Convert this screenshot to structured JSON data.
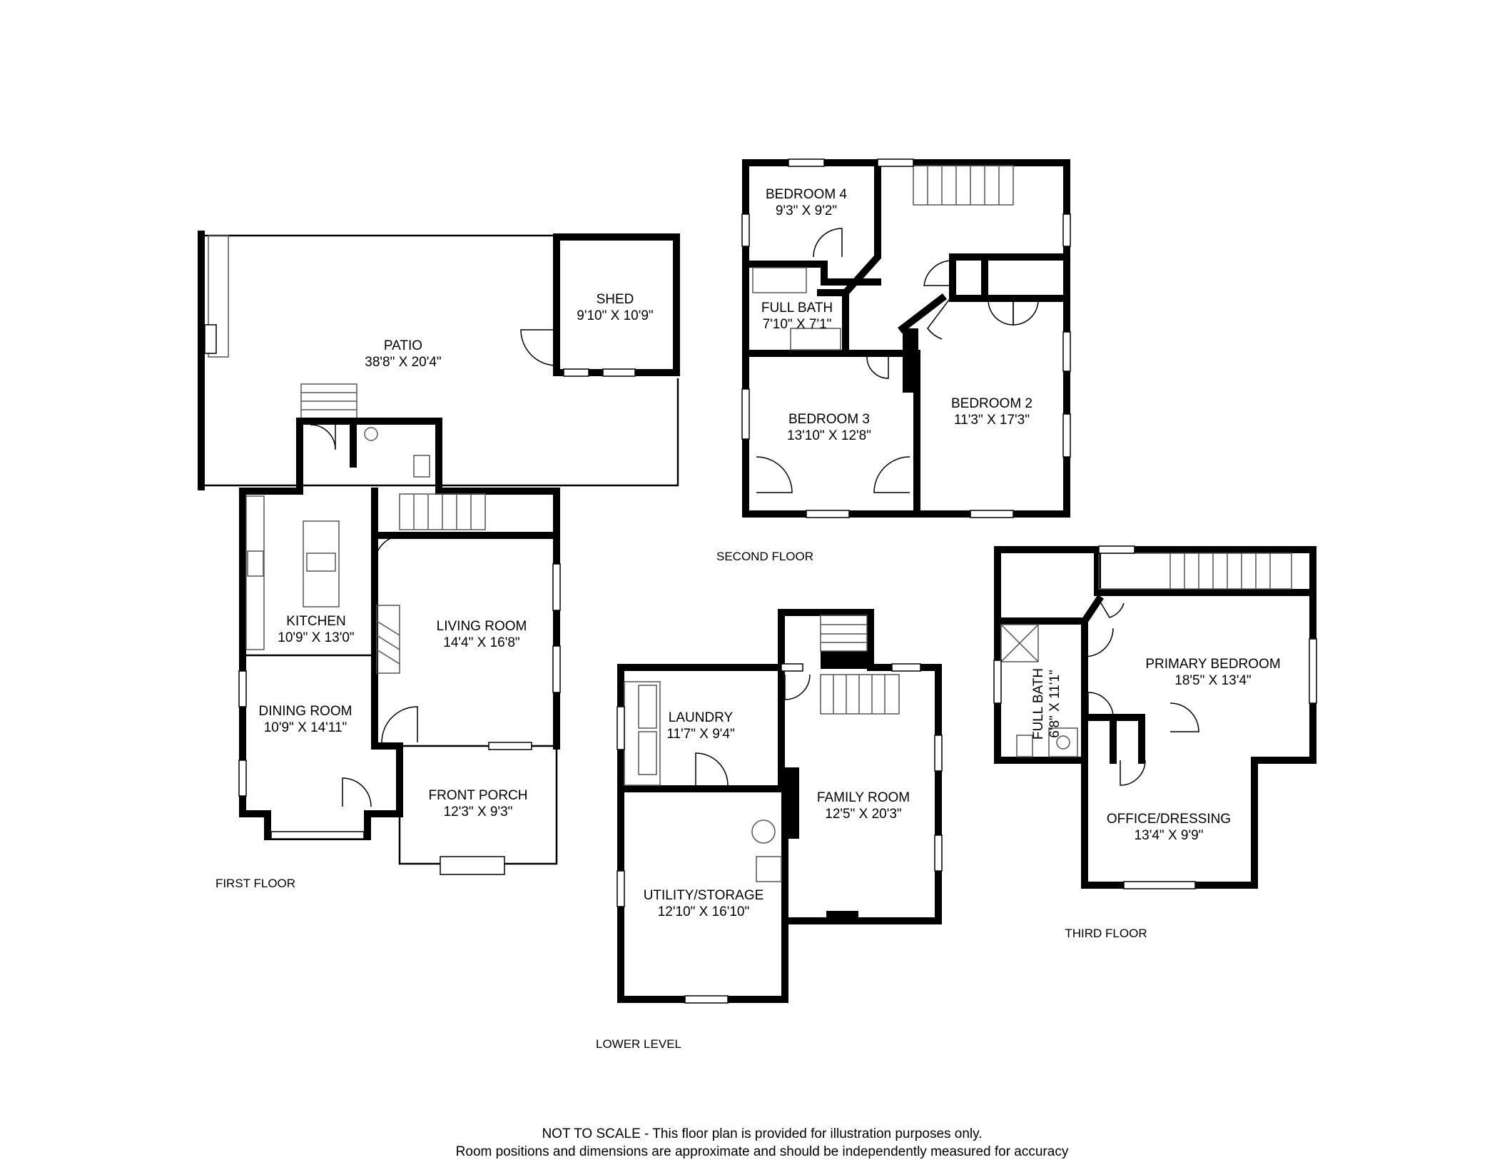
{
  "floors": {
    "first": {
      "label": "FIRST FLOOR",
      "rooms": {
        "patio": {
          "name": "PATIO",
          "dims": "38'8\" X 20'4\""
        },
        "shed": {
          "name": "SHED",
          "dims": "9'10\" X 10'9\""
        },
        "kitchen": {
          "name": "KITCHEN",
          "dims": "10'9\" X 13'0\""
        },
        "living_room": {
          "name": "LIVING ROOM",
          "dims": "14'4\" X 16'8\""
        },
        "dining_room": {
          "name": "DINING ROOM",
          "dims": "10'9\" X 14'11\""
        },
        "front_porch": {
          "name": "FRONT PORCH",
          "dims": "12'3\" X 9'3\""
        }
      }
    },
    "second": {
      "label": "SECOND FLOOR",
      "rooms": {
        "bedroom4": {
          "name": "BEDROOM 4",
          "dims": "9'3\" X 9'2\""
        },
        "full_bath": {
          "name": "FULL BATH",
          "dims": "7'10\" X 7'1\""
        },
        "bedroom3": {
          "name": "BEDROOM 3",
          "dims": "13'10\" X 12'8\""
        },
        "bedroom2": {
          "name": "BEDROOM 2",
          "dims": "11'3\" X 17'3\""
        }
      }
    },
    "lower": {
      "label": "LOWER LEVEL",
      "rooms": {
        "laundry": {
          "name": "LAUNDRY",
          "dims": "11'7\" X 9'4\""
        },
        "family_room": {
          "name": "FAMILY ROOM",
          "dims": "12'5\" X 20'3\""
        },
        "utility": {
          "name": "UTILITY/STORAGE",
          "dims": "12'10\" X 16'10\""
        }
      }
    },
    "third": {
      "label": "THIRD FLOOR",
      "rooms": {
        "primary_bedroom": {
          "name": "PRIMARY BEDROOM",
          "dims": "18'5\" X 13'4\""
        },
        "full_bath": {
          "name": "FULL BATH",
          "dims": "6'8\" X 11'1\""
        },
        "office": {
          "name": "OFFICE/DRESSING",
          "dims": "13'4\" X 9'9\""
        }
      }
    }
  },
  "disclaimer": {
    "line1": "NOT TO SCALE - This floor plan is provided for illustration purposes only.",
    "line2": "Room positions and dimensions are approximate and should be independently measured for accuracy"
  }
}
